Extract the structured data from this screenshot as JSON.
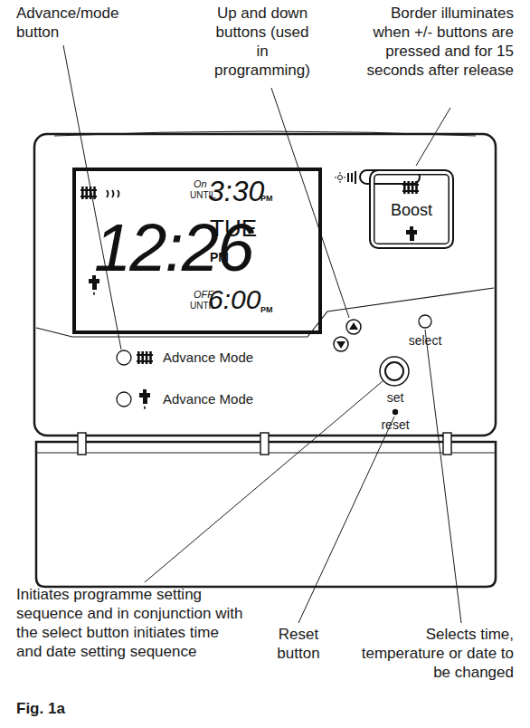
{
  "diagram": {
    "caption": "Fig. 1a",
    "nodes": [
      {
        "text": [
          "On",
          "UNTIL",
          "3:30",
          "PM",
          "12:26",
          "TUE",
          "PM",
          "OFF",
          "UNTIL",
          "6:00",
          "PM"
        ]
      },
      {
        "text": [
          "Boost"
        ]
      }
    ],
    "labels": [
      "Advance/mode button",
      "Up and down buttons (used in programming)",
      "Border illuminates when +/- buttons are pressed and for 15 seconds after release",
      "Advance Mode",
      "Advance Mode",
      "select",
      "set",
      "reset",
      "Initiates programme setting sequence and in conjunction with the select button initiates time and date setting sequence",
      "Reset button",
      "Selects time, temperature or date to be changed"
    ]
  }
}
